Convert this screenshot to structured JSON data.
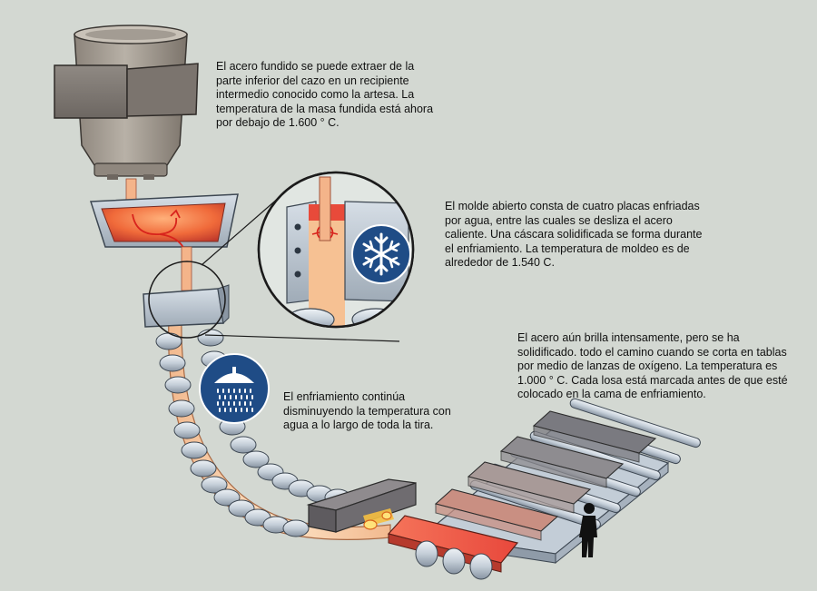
{
  "captions": {
    "ladle": "El acero fundido se puede extraer de la parte inferior del cazo en un recipiente intermedio conocido como la artesa. La temperatura de la masa fundida está ahora por debajo de 1.600 ° C.",
    "mold": "El molde abierto consta de cuatro placas enfriadas por agua, entre las cuales se desliza el acero caliente. Una cáscara solidificada se forma durante el enfriamiento. La temperatura de moldeo es de alrededor de 1.540 C.",
    "spray": "El enfriamiento continúa disminuyendo la temperatura con agua a lo largo de toda la tira.",
    "slab": "El acero aún brilla intensamente, pero se ha solidificado. todo el camino cuando se corta en tablas por medio de lanzas de oxígeno. La temperatura es 1.000 ° C. Cada losa está marcada antes de que esté colocado en la cama de enfriamiento."
  },
  "icons": {
    "cooling_badge": "snowflake-icon",
    "spray_badge": "shower-icon"
  },
  "colors": {
    "background": "#d3d8d2",
    "steel_bath": "#f06a3a",
    "hot_strand": "#f5c89a",
    "badge": "#1f4c86",
    "ladle": "#9a9289",
    "equipment": "#b7c3cf",
    "rollers": "#c9d2dc"
  },
  "slab_colors": [
    "#ef5a4c",
    "#c98f82",
    "#a89a98",
    "#8e8c90",
    "#7a7a80"
  ]
}
